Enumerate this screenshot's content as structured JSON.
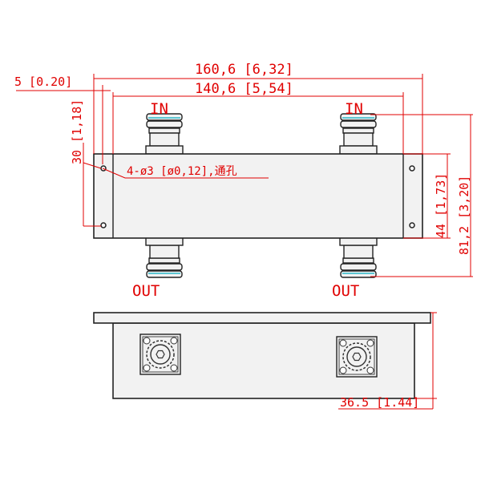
{
  "dimensions": {
    "overall_length": "160,6 [6,32]",
    "body_length": "140,6 [5,54]",
    "flange_width": "5 [0.20]",
    "hole_spacing": "30 [1,18]",
    "holes_note": "4-ø3 [ø0,12],通孔",
    "body_height": "44 [1,73]",
    "overall_height": "81,2 [3,20]",
    "depth": "36.5 [1.44]"
  },
  "ports": {
    "in_left": "IN",
    "in_right": "IN",
    "out_left": "OUT",
    "out_right": "OUT"
  },
  "colors": {
    "dimension": "#e00000",
    "outline": "#222222",
    "accent": "#29b8c8"
  }
}
